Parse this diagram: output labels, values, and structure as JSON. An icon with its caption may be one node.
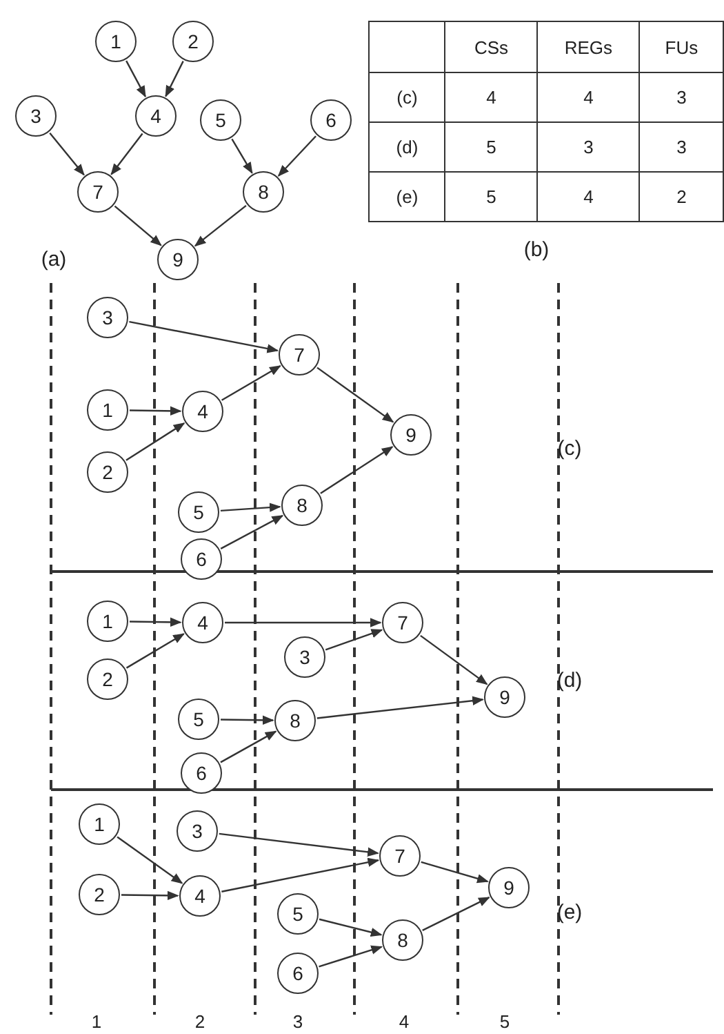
{
  "diagram": {
    "nodes": [
      {
        "text": [
          "1"
        ]
      },
      {
        "text": [
          "2"
        ]
      },
      {
        "text": [
          "3"
        ]
      },
      {
        "text": [
          "4"
        ]
      },
      {
        "text": [
          "5"
        ]
      },
      {
        "text": [
          "6"
        ]
      },
      {
        "text": [
          "7"
        ]
      },
      {
        "text": [
          "8"
        ]
      },
      {
        "text": [
          "9"
        ]
      },
      {
        "text": [
          "3"
        ]
      },
      {
        "text": [
          "7"
        ]
      },
      {
        "text": [
          "1"
        ]
      },
      {
        "text": [
          "4"
        ]
      },
      {
        "text": [
          "9"
        ]
      },
      {
        "text": [
          "2"
        ]
      },
      {
        "text": [
          "5"
        ]
      },
      {
        "text": [
          "8"
        ]
      },
      {
        "text": [
          "6"
        ]
      },
      {
        "text": [
          "1"
        ]
      },
      {
        "text": [
          "4"
        ]
      },
      {
        "text": [
          "7"
        ]
      },
      {
        "text": [
          "3"
        ]
      },
      {
        "text": [
          "2"
        ]
      },
      {
        "text": [
          "9"
        ]
      },
      {
        "text": [
          "5"
        ]
      },
      {
        "text": [
          "8"
        ]
      },
      {
        "text": [
          "6"
        ]
      },
      {
        "text": [
          "1"
        ]
      },
      {
        "text": [
          "3"
        ]
      },
      {
        "text": [
          "7"
        ]
      },
      {
        "text": [
          "2"
        ]
      },
      {
        "text": [
          "4"
        ]
      },
      {
        "text": [
          "9"
        ]
      },
      {
        "text": [
          "5"
        ]
      },
      {
        "text": [
          "8"
        ]
      },
      {
        "text": [
          "6"
        ]
      }
    ],
    "edges": [
      {
        "from": 0,
        "to": 3,
        "arrow": "to"
      },
      {
        "from": 1,
        "to": 3,
        "arrow": "to"
      },
      {
        "from": 2,
        "to": 6,
        "arrow": "to"
      },
      {
        "from": 3,
        "to": 6,
        "arrow": "to"
      },
      {
        "from": 4,
        "to": 7,
        "arrow": "to"
      },
      {
        "from": 5,
        "to": 7,
        "arrow": "to"
      },
      {
        "from": 6,
        "to": 8,
        "arrow": "to"
      },
      {
        "from": 7,
        "to": 8,
        "arrow": "to"
      },
      {
        "from": 11,
        "to": 12,
        "arrow": "to"
      },
      {
        "from": 14,
        "to": 12,
        "arrow": "to"
      },
      {
        "from": 9,
        "to": 10,
        "arrow": "to"
      },
      {
        "from": 12,
        "to": 10,
        "arrow": "to"
      },
      {
        "from": 15,
        "to": 16,
        "arrow": "to"
      },
      {
        "from": 17,
        "to": 16,
        "arrow": "to"
      },
      {
        "from": 10,
        "to": 13,
        "arrow": "to"
      },
      {
        "from": 16,
        "to": 13,
        "arrow": "to"
      },
      {
        "from": 18,
        "to": 19,
        "arrow": "to"
      },
      {
        "from": 22,
        "to": 19,
        "arrow": "to"
      },
      {
        "from": 21,
        "to": 20,
        "arrow": "to"
      },
      {
        "from": 19,
        "to": 20,
        "arrow": "to"
      },
      {
        "from": 24,
        "to": 25,
        "arrow": "to"
      },
      {
        "from": 26,
        "to": 25,
        "arrow": "to"
      },
      {
        "from": 20,
        "to": 23,
        "arrow": "to"
      },
      {
        "from": 25,
        "to": 23,
        "arrow": "to"
      },
      {
        "from": 27,
        "to": 31,
        "arrow": "to"
      },
      {
        "from": 30,
        "to": 31,
        "arrow": "to"
      },
      {
        "from": 28,
        "to": 29,
        "arrow": "to"
      },
      {
        "from": 31,
        "to": 29,
        "arrow": "to"
      },
      {
        "from": 33,
        "to": 34,
        "arrow": "to"
      },
      {
        "from": 35,
        "to": 34,
        "arrow": "to"
      },
      {
        "from": 29,
        "to": 32,
        "arrow": "to"
      },
      {
        "from": 34,
        "to": 32,
        "arrow": "to"
      }
    ],
    "labels": [
      "CSs",
      "REGs",
      "FUs",
      "(c)",
      "4",
      "4",
      "3",
      "(d)",
      "5",
      "3",
      "3",
      "(e)",
      "5",
      "4",
      "2",
      "(a)",
      "(b)",
      "(c)",
      "(d)",
      "(e)",
      "1",
      "2",
      "3",
      "4",
      "5"
    ]
  }
}
